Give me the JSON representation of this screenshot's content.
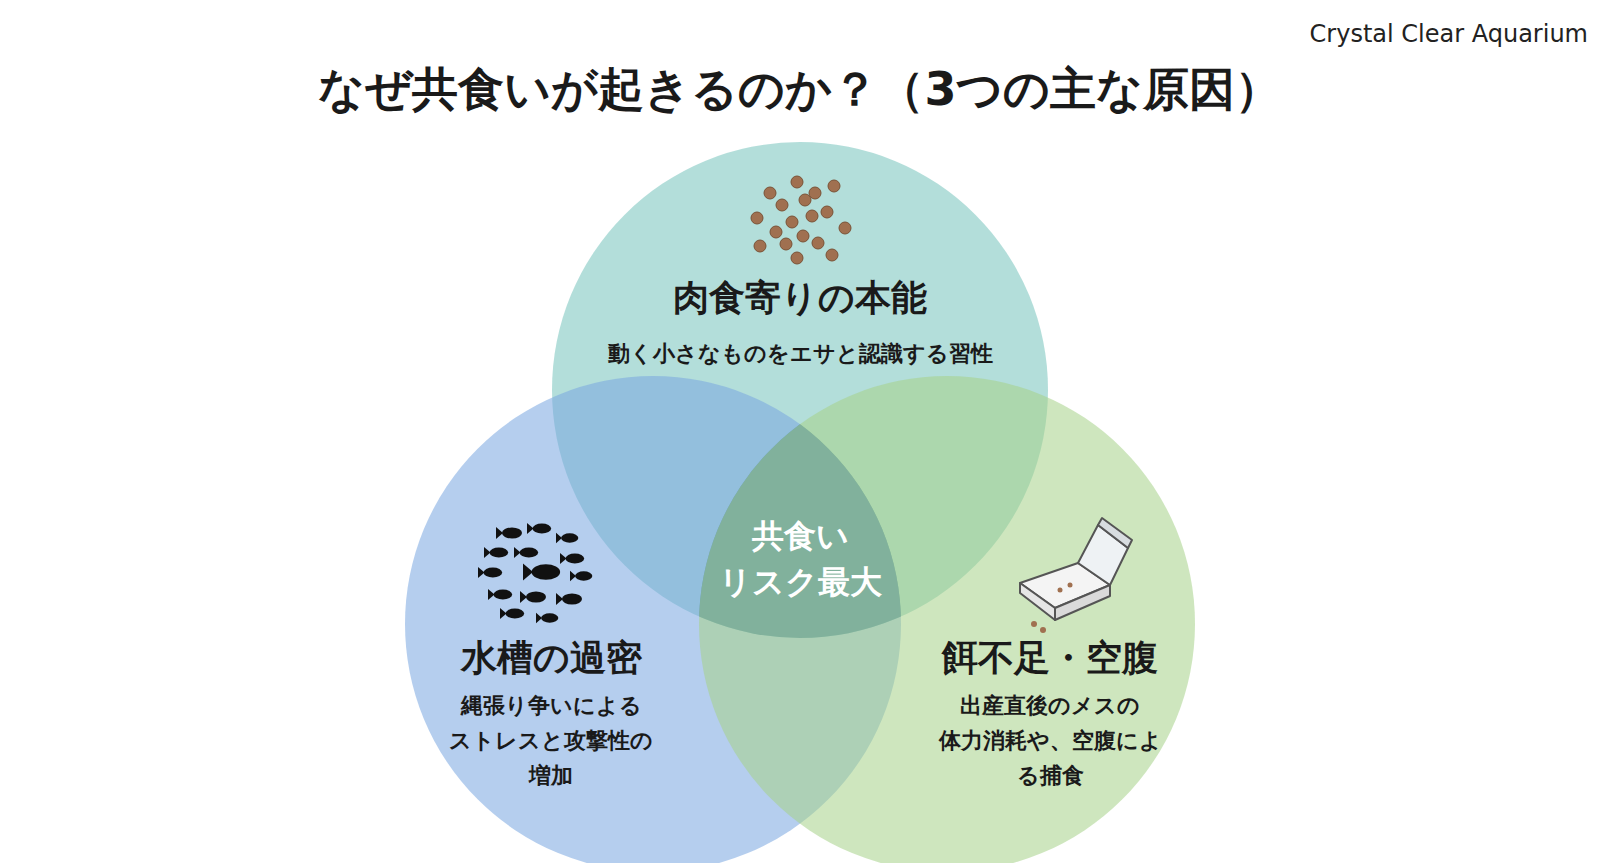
{
  "diagram": {
    "title": "なぜ共食いが起きるのか？（3つの主な原因）",
    "nodes": [
      {
        "text": [
          "肉食寄りの本能",
          "動く小さなものをエサと認識する習性"
        ]
      },
      {
        "text": [
          "共食い リスク最大"
        ]
      },
      {
        "text": [
          "水槽の過密",
          "縄張り争いによる ストレスと攻撃性の 増加"
        ]
      },
      {
        "text": [
          "餌不足・空腹",
          "出産直後のメスの 体力消耗や、空腹によ る捕食"
        ]
      }
    ],
    "labels": [
      "Crystal Clear Aquarium"
    ]
  }
}
